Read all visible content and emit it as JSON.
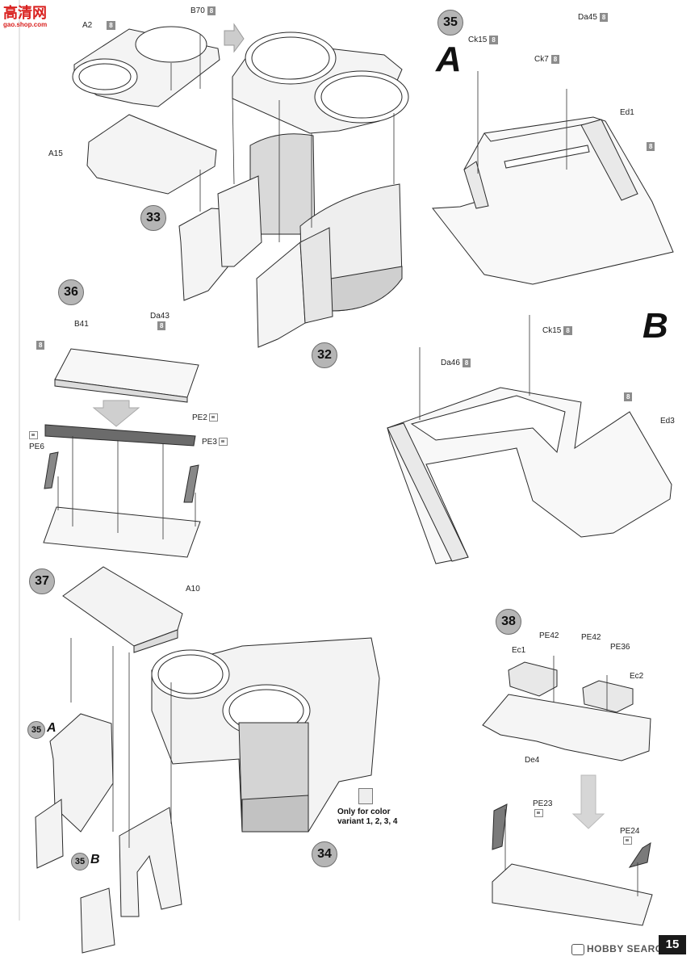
{
  "watermark": {
    "top": "高清网",
    "bottom": "gao.shop.com"
  },
  "steps": {
    "s33": "33",
    "s32": "32",
    "s34": "34",
    "s35": "35",
    "s36": "36",
    "s37": "37",
    "s38": "38",
    "a": "A",
    "b": "B"
  },
  "parts": {
    "a2": "A2",
    "b70": "B70",
    "a15": "A15",
    "ck15a": "Ck15",
    "da45": "Da45",
    "ck7": "Ck7",
    "ed1": "Ed1",
    "ck15b": "Ck15",
    "da46": "Da46",
    "ed3": "Ed3",
    "b41": "B41",
    "da43": "Da43",
    "pe2": "PE2",
    "pe3": "PE3",
    "pe6": "PE6",
    "a10": "A10",
    "pe42a": "PE42",
    "pe42b": "PE42",
    "pe36": "PE36",
    "ec1": "Ec1",
    "ec2": "Ec2",
    "de4": "De4",
    "pe23": "PE23",
    "pe24": "PE24"
  },
  "paint_code": "8",
  "note": {
    "line1": "Only for color",
    "line2": "variant 1, 2, 3, 4"
  },
  "footer": {
    "brand": "HOBBY SEARCH",
    "page": "15"
  },
  "colors": {
    "part_fill": "#f4f4f4",
    "grey_fill": "#b8b8b8",
    "step_bg": "#b5b5b5",
    "paint_box": "#8c8c8c"
  }
}
